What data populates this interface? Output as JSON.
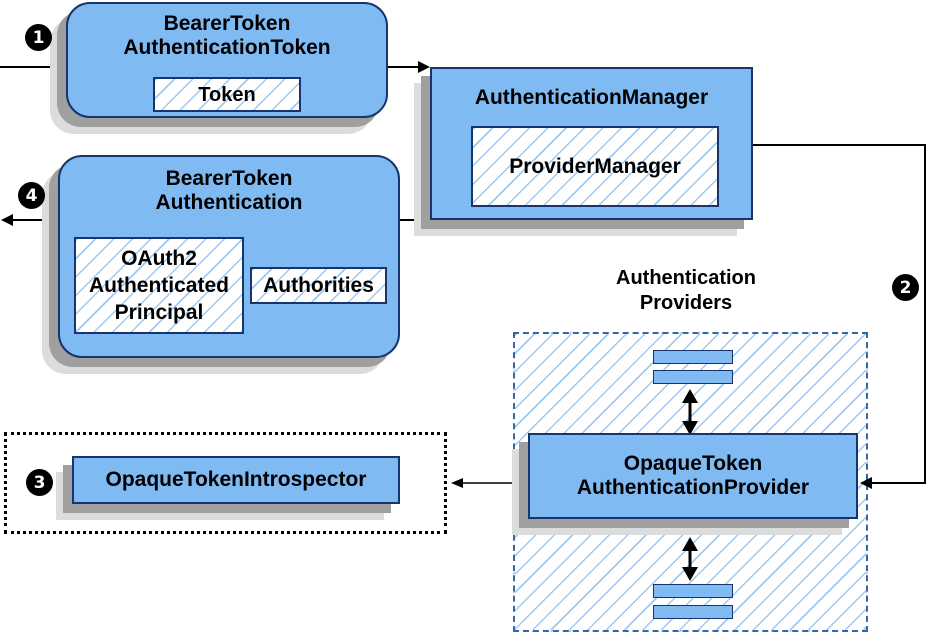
{
  "colors": {
    "box_fill": "#80baf2",
    "box_border": "#17356b",
    "hatch_line": "#9ec9f2",
    "dashed_border": "#3566a8",
    "arrow": "#000000",
    "badge_bg": "#000000",
    "badge_fg": "#ffffff",
    "shadow_dark": "#9f9f9f",
    "shadow_light": "#dcdcdc"
  },
  "badges": {
    "step1": "1",
    "step2": "2",
    "step3": "3",
    "step4": "4"
  },
  "boxes": {
    "bearer_token_authentication_token": {
      "title": [
        "BearerToken",
        "AuthenticationToken"
      ],
      "token_label": "Token"
    },
    "authentication_manager": {
      "title": "AuthenticationManager",
      "provider_manager_label": "ProviderManager"
    },
    "bearer_token_authentication": {
      "title": [
        "BearerToken",
        "Authentication"
      ],
      "principal_label": [
        "OAuth2",
        "Authenticated",
        "Principal"
      ],
      "authorities_label": "Authorities"
    },
    "authentication_providers": {
      "label": [
        "Authentication",
        "Providers"
      ]
    },
    "opaque_token_authentication_provider": {
      "title": [
        "OpaqueToken",
        "AuthenticationProvider"
      ]
    },
    "opaque_token_introspector": {
      "title": "OpaqueTokenIntrospector"
    }
  }
}
